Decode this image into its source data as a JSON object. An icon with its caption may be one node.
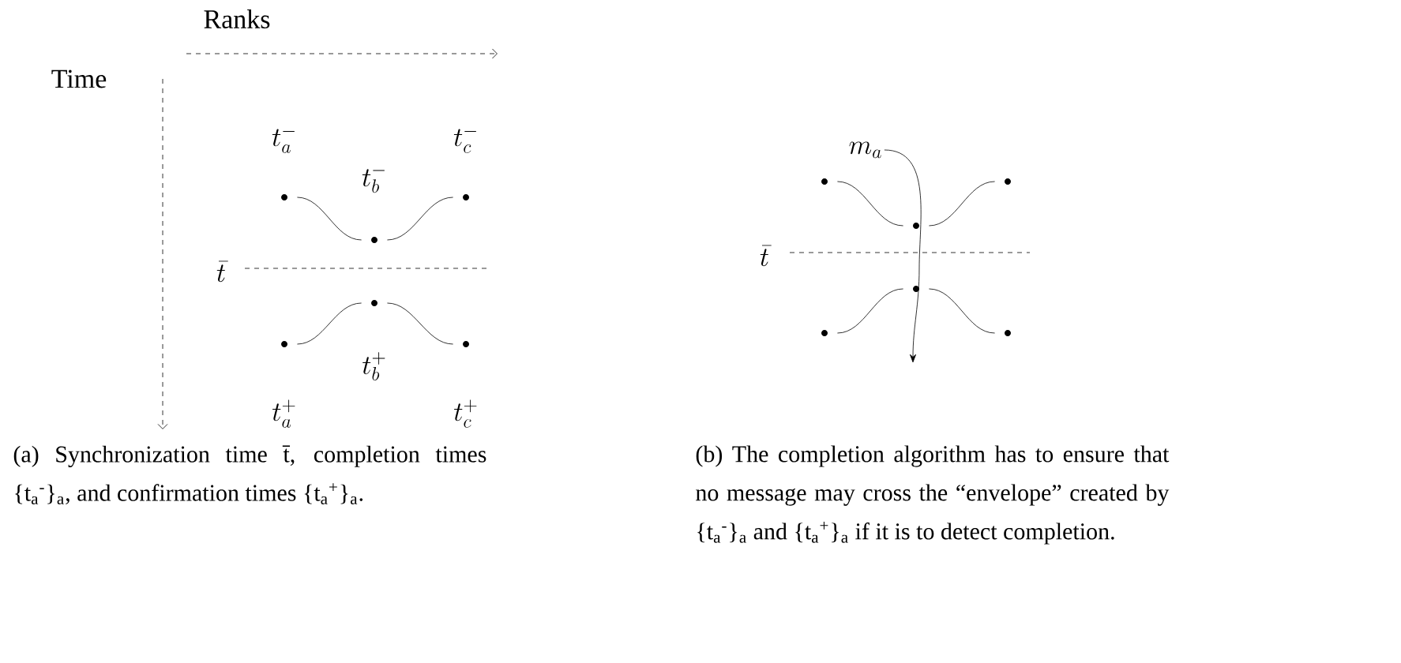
{
  "diagram": {
    "nodes": [
      {
        "text": [],
        "shape": "circle",
        "beside": [
          "t_a^-"
        ]
      },
      {
        "text": [],
        "shape": "circle",
        "beside": [
          "t_b^-"
        ]
      },
      {
        "text": [],
        "shape": "circle",
        "beside": [
          "t_c^-"
        ]
      },
      {
        "text": [],
        "shape": "circle",
        "beside": [
          "t_b^+"
        ]
      },
      {
        "text": [],
        "shape": "circle",
        "beside": [
          "t_a^+"
        ]
      },
      {
        "text": [],
        "shape": "circle",
        "beside": [
          "t_c^+"
        ]
      },
      {
        "text": [],
        "shape": "circle"
      },
      {
        "text": [],
        "shape": "circle"
      },
      {
        "text": [],
        "shape": "circle"
      },
      {
        "text": [],
        "shape": "circle"
      },
      {
        "text": [],
        "shape": "circle"
      },
      {
        "text": [],
        "shape": "circle"
      },
      {
        "text": [
          "m_a"
        ]
      }
    ],
    "edges": [
      {
        "from": 0,
        "to": 1,
        "arrow": "none"
      },
      {
        "from": 1,
        "to": 2,
        "arrow": "none"
      },
      {
        "from": 4,
        "to": 3,
        "arrow": "none"
      },
      {
        "from": 3,
        "to": 5,
        "arrow": "none"
      },
      {
        "from": 6,
        "to": 7,
        "arrow": "none"
      },
      {
        "from": 7,
        "to": 8,
        "arrow": "none"
      },
      {
        "from": 9,
        "to": 10,
        "arrow": "none"
      },
      {
        "from": 10,
        "to": 11,
        "arrow": "none"
      },
      {
        "from": 12,
        "to": null,
        "arrow": "to"
      }
    ],
    "labels": [
      "Ranks",
      "Time",
      "\\bar{t}",
      "\\bar{t}",
      "(a) Synchronization time t̄, completion times {t$_{a}$$^{-}$}$_{a}$, and confirmation times {t$_{a}$$^{+}$}$_{a}$.",
      "(b) The completion algorithm has to ensure that no message may cross the “envelope” created by {t$_{a}$$^{-}$}$_{a}$ and {t$_{a}$$^{+}$}$_{a}$ if it is to detect completion."
    ]
  }
}
